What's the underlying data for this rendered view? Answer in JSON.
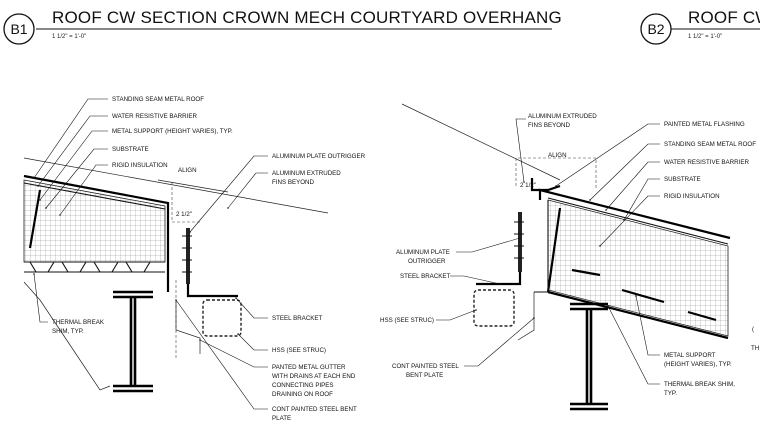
{
  "b1": {
    "tag": "B1",
    "title": "ROOF CW SECTION CROWN MECH COURTYARD OVERHANG",
    "scale": "1 1/2\" = 1'-0\"",
    "align": "ALIGN",
    "dim": "2 1/2\"",
    "notes": {
      "n1": "STANDING SEAM METAL ROOF",
      "n2": "WATER RESISTIVE BARRIER",
      "n3": "METAL SUPPORT (HEIGHT VARIES), TYP.",
      "n4": "SUBSTRATE",
      "n5": "RIGID INSULATION",
      "n6a": "THERMAL BREAK",
      "n6b": "SHIM, TYP.",
      "n7": "ALUMINUM PLATE OUTRIGGER",
      "n8a": "ALUMINUM EXTRUDED",
      "n8b": "FINS BEYOND",
      "n9": "STEEL BRACKET",
      "n10": "HSS (SEE STRUC)",
      "n11a": "PANTED METAL GUTTER",
      "n11b": "WITH DRAINS AT EACH END",
      "n11c": "CONNECTING PIPES",
      "n11d": "DRAINING ON ROOF",
      "n12a": "CONT PAINTED STEEL BENT",
      "n12b": "PLATE"
    }
  },
  "b2": {
    "tag": "B2",
    "title": "ROOF CW",
    "scale": "1 1/2\" = 1'-0\"",
    "align": "ALIGN",
    "dim": "2 1/2\"",
    "notes": {
      "m1a": "ALUMINUM EXTRUDED",
      "m1b": "FINS BEYOND",
      "m2": "PAINTED METAL FLASHING",
      "m3": "STANDING SEAM METAL ROOF",
      "m4": "WATER RESISTIVE BARRIER",
      "m5": "SUBSTRATE",
      "m6": "RIGID INSULATION",
      "m7a": "ALUMINUM PLATE",
      "m7b": "OUTRIGGER",
      "m8": "STEEL BRACKET",
      "m9": "HSS (SEE STRUC)",
      "m10a": "CONT PAINTED STEEL",
      "m10b": "BENT PLATE",
      "m11a": "METAL SUPPORT",
      "m11b": "(HEIGHT VARIES), TYP.",
      "m12a": "THERMAL BREAK SHIM,",
      "m12b": "TYP."
    },
    "edge_letters": [
      "(",
      "TH"
    ]
  }
}
